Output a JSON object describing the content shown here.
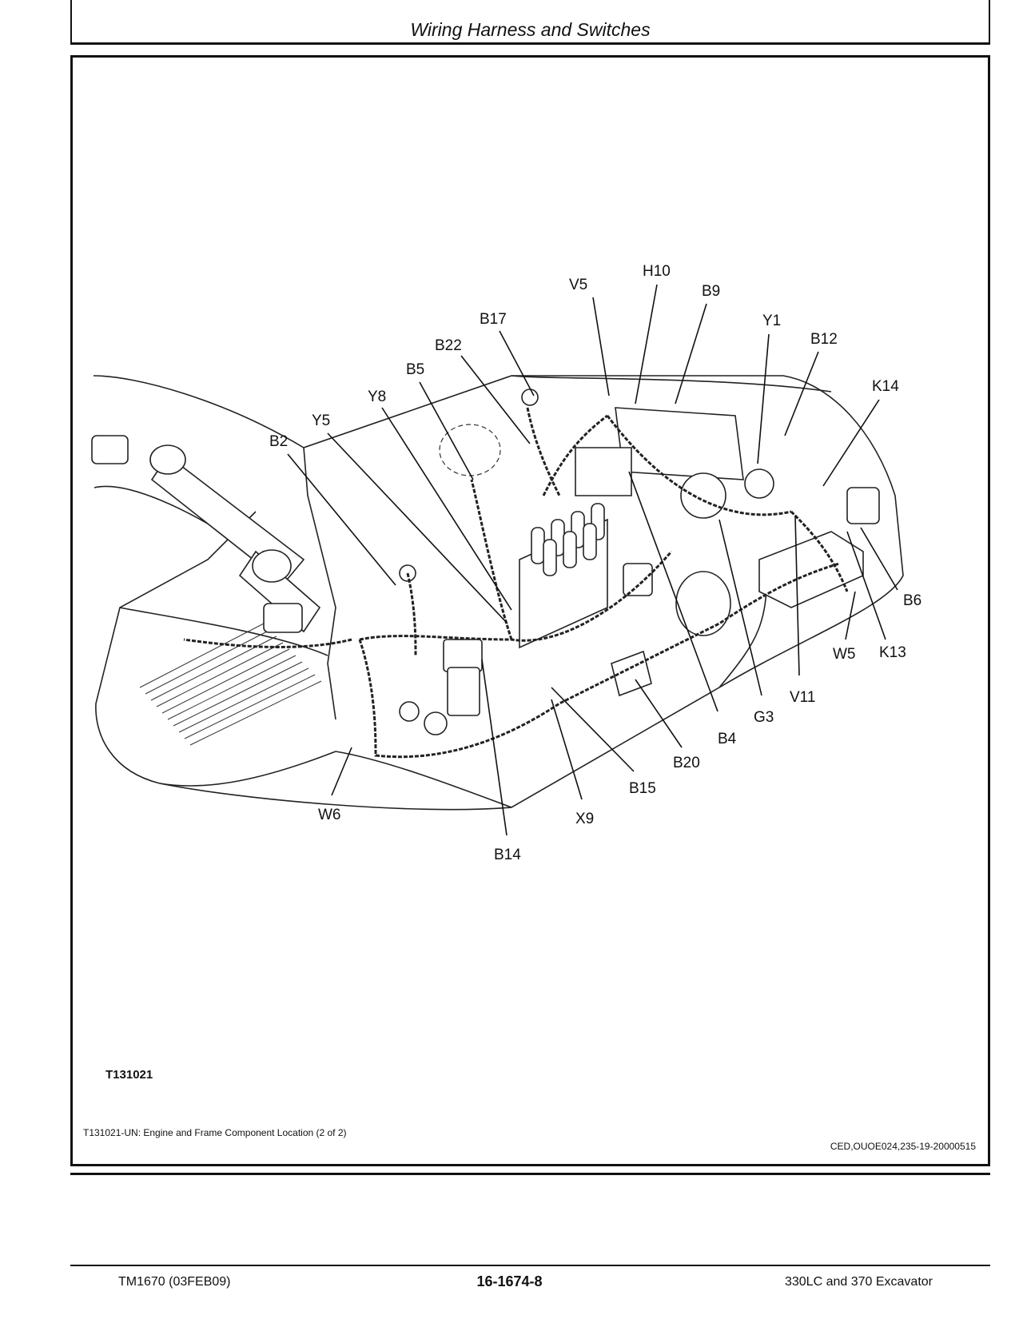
{
  "header": {
    "section_title": "Wiring Harness and Switches"
  },
  "figure": {
    "id_label": "T131021",
    "caption": "T131021-UN: Engine and Frame Component Location (2 of 2)",
    "reference": "CED,OUOE024,235-19-20000515",
    "callouts": {
      "V5": "V5",
      "H10": "H10",
      "B9": "B9",
      "Y1": "Y1",
      "B12": "B12",
      "K14": "K14",
      "B17": "B17",
      "B22": "B22",
      "B5": "B5",
      "Y8": "Y8",
      "Y5": "Y5",
      "B2": "B2",
      "B6": "B6",
      "K13": "K13",
      "W5": "W5",
      "V11": "V11",
      "G3": "G3",
      "B4": "B4",
      "B20": "B20",
      "B15": "B15",
      "X9": "X9",
      "B14": "B14",
      "W6": "W6"
    }
  },
  "footer": {
    "left": "TM1670 (03FEB09)",
    "center": "16-1674-8",
    "right": "330LC and 370 Excavator"
  }
}
